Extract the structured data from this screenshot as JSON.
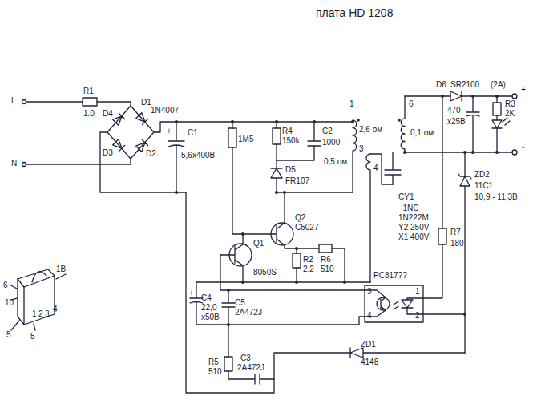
{
  "diagram": {
    "title": "плата HD 1208",
    "labels": [
      "L",
      "N",
      "R1",
      "1.0",
      "D1",
      "1N4007",
      "D4",
      "D3",
      "D2",
      "+",
      "C1",
      "5,6x400В",
      "1M5",
      "R4",
      "150k",
      "C2",
      "1000",
      "D5",
      "FR107",
      "1",
      "2,6 ом",
      "3",
      "0,5 ом",
      "4",
      "6",
      "0,1 ом",
      "D6",
      "SR2100",
      "(2A)",
      "R3",
      "2K",
      "470",
      "x25В",
      "+",
      "-",
      "ZD2",
      "11C1",
      "10,9 - 11,3В",
      "CY1",
      "_1NC",
      "1N222M",
      "Y2 250V",
      "X1 400V",
      "R7",
      "180",
      "Q2",
      "C5027",
      "Q1",
      "8050S",
      "R2",
      "2,2",
      "R6",
      "510",
      "PC817??",
      "3",
      "4",
      "1",
      "2",
      "+",
      "C4",
      "22,0",
      "x50В",
      "C5",
      "2A472J",
      "ZD1",
      "4148",
      "R5",
      "510",
      "C3",
      "2A472J",
      "6",
      "10",
      "1B",
      "1",
      "2",
      "3",
      "4",
      "5",
      "5"
    ]
  }
}
